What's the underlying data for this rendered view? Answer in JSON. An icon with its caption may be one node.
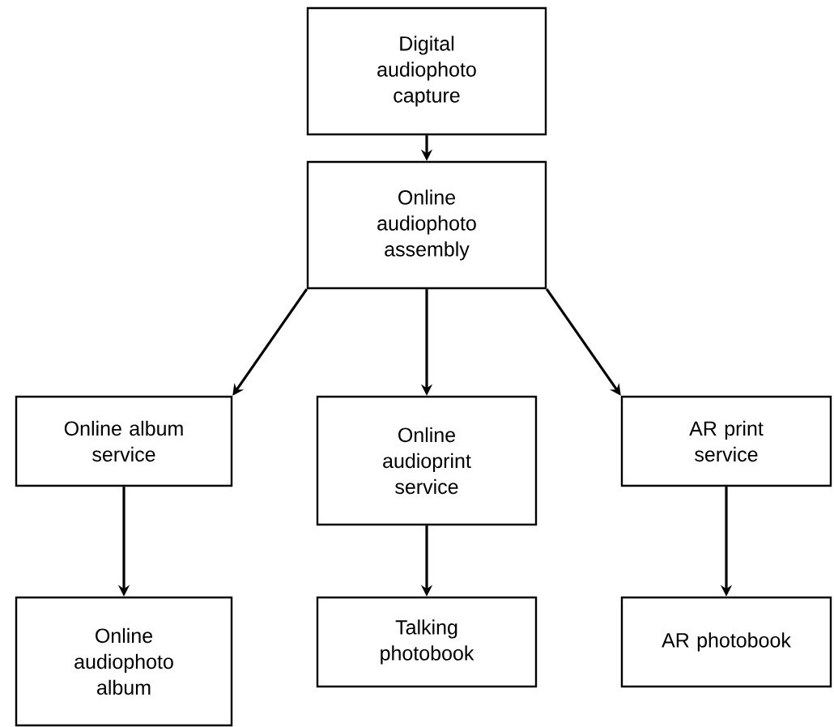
{
  "diagram": {
    "nodes": [
      {
        "text": [
          "Digital audiophoto capture"
        ]
      },
      {
        "text": [
          "Online audiophoto assembly"
        ]
      },
      {
        "text": [
          "Online album service"
        ]
      },
      {
        "text": [
          "Online audioprint service"
        ]
      },
      {
        "text": [
          "AR print service"
        ]
      },
      {
        "text": [
          "Online audiophoto album"
        ]
      },
      {
        "text": [
          "Talking photobook"
        ]
      },
      {
        "text": [
          "AR photobook"
        ]
      }
    ],
    "edges": [
      {
        "from": 0,
        "to": 1,
        "arrow": "to"
      },
      {
        "from": 1,
        "to": 2,
        "arrow": "to"
      },
      {
        "from": 1,
        "to": 3,
        "arrow": "to"
      },
      {
        "from": 1,
        "to": 4,
        "arrow": "to"
      },
      {
        "from": 2,
        "to": 5,
        "arrow": "to"
      },
      {
        "from": 3,
        "to": 6,
        "arrow": "to"
      },
      {
        "from": 4,
        "to": 7,
        "arrow": "to"
      }
    ]
  }
}
